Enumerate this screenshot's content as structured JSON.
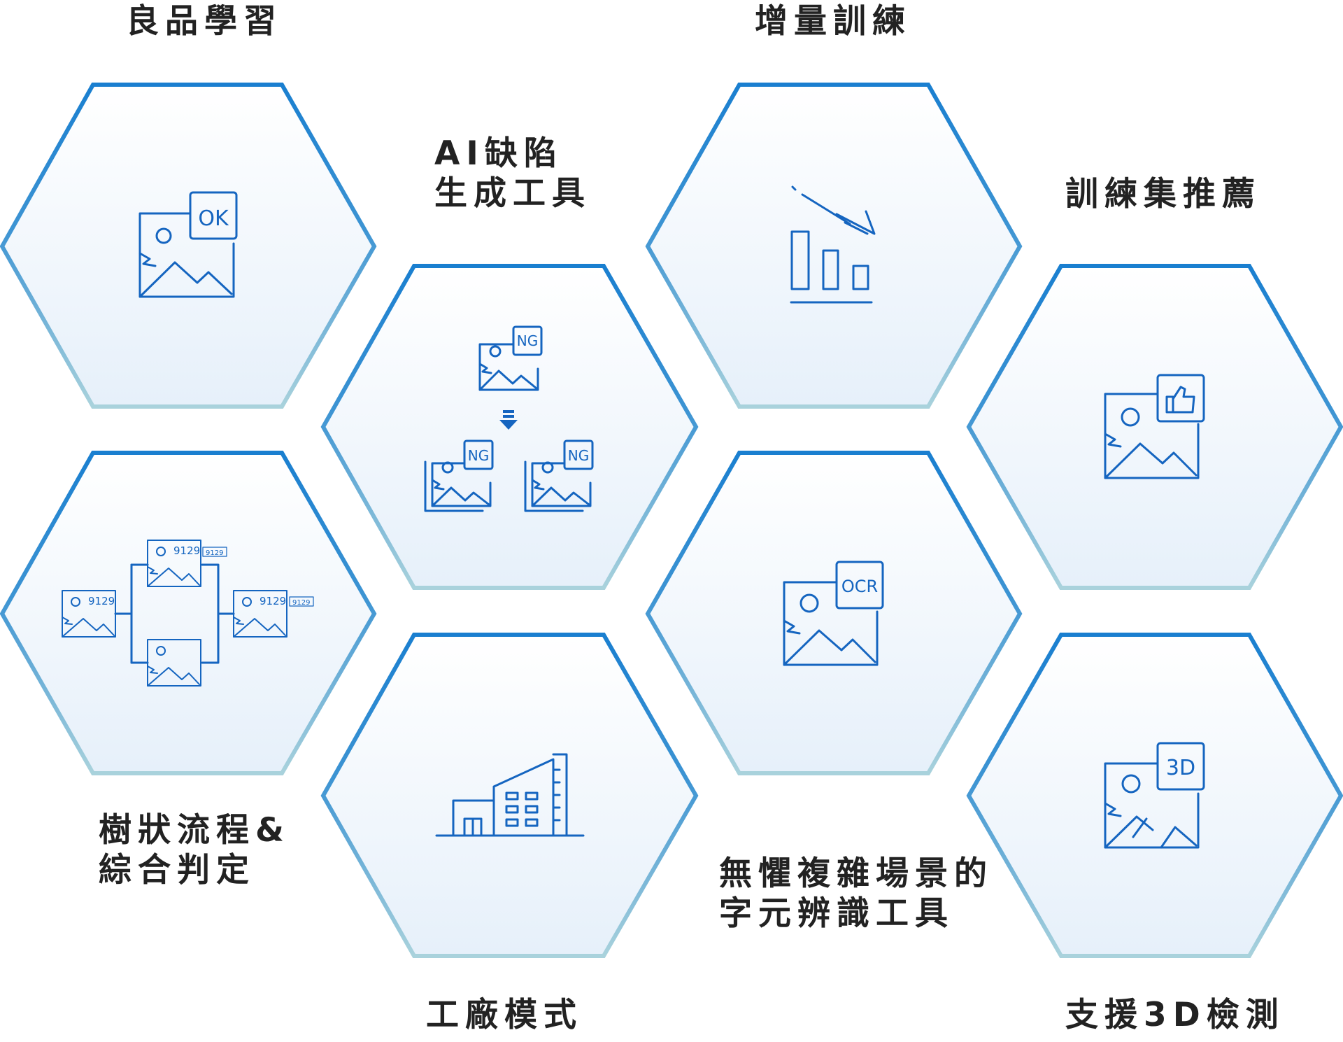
{
  "colors": {
    "accent": "#1976d2",
    "stroke_light": "#a8d0dc",
    "icon": "#1565c0",
    "fill_top": "#ffffff",
    "fill_bottom": "#e7f1fb"
  },
  "features": [
    {
      "id": "good",
      "label": "良品學習",
      "icon": "image-ok-icon",
      "badge": "OK"
    },
    {
      "id": "gen",
      "label": "AI缺陷\n生成工具",
      "icon": "ng-generation-icon",
      "badge": "NG"
    },
    {
      "id": "incr",
      "label": "增量訓練",
      "icon": "decreasing-bar-chart-icon"
    },
    {
      "id": "rec",
      "label": "訓練集推薦",
      "icon": "image-thumbs-up-icon"
    },
    {
      "id": "tree",
      "label": "樹狀流程&\n綜合判定",
      "icon": "tree-flow-icon",
      "code": "9129"
    },
    {
      "id": "fac",
      "label": "工廠模式",
      "icon": "factory-icon"
    },
    {
      "id": "ocr",
      "label": "無懼複雜場景的\n字元辨識工具",
      "icon": "image-ocr-icon",
      "badge": "OCR"
    },
    {
      "id": "td",
      "label": "支援3D檢測",
      "icon": "image-3d-icon",
      "badge": "3D"
    }
  ]
}
